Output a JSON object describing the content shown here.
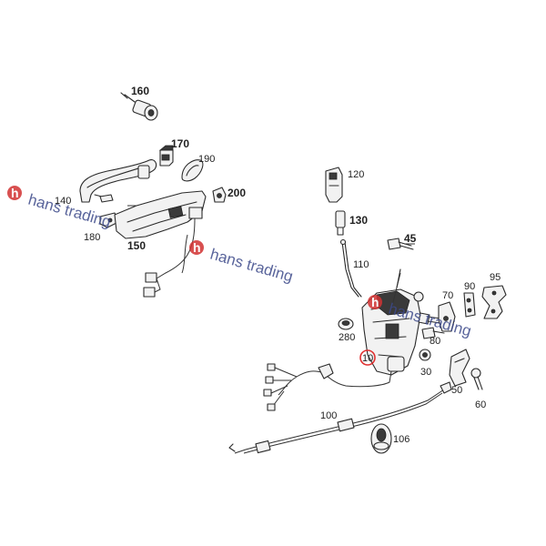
{
  "diagram": {
    "labels": {
      "p10": "10",
      "p30": "30",
      "p45": "45",
      "p50": "50",
      "p60": "60",
      "p70": "70",
      "p80": "80",
      "p90": "90",
      "p95": "95",
      "p100": "100",
      "p106": "106",
      "p110": "110",
      "p120": "120",
      "p130": "130",
      "p140": "140",
      "p150": "150",
      "p160": "160",
      "p170": "170",
      "p180": "180",
      "p190": "190",
      "p200": "200",
      "p280": "280"
    },
    "highlight_color": "#e03030"
  },
  "watermark": {
    "text": "hans trading",
    "logo": "hans-trading-logo",
    "colors": {
      "blue": "#3d4a8a",
      "red": "#d23232"
    }
  }
}
